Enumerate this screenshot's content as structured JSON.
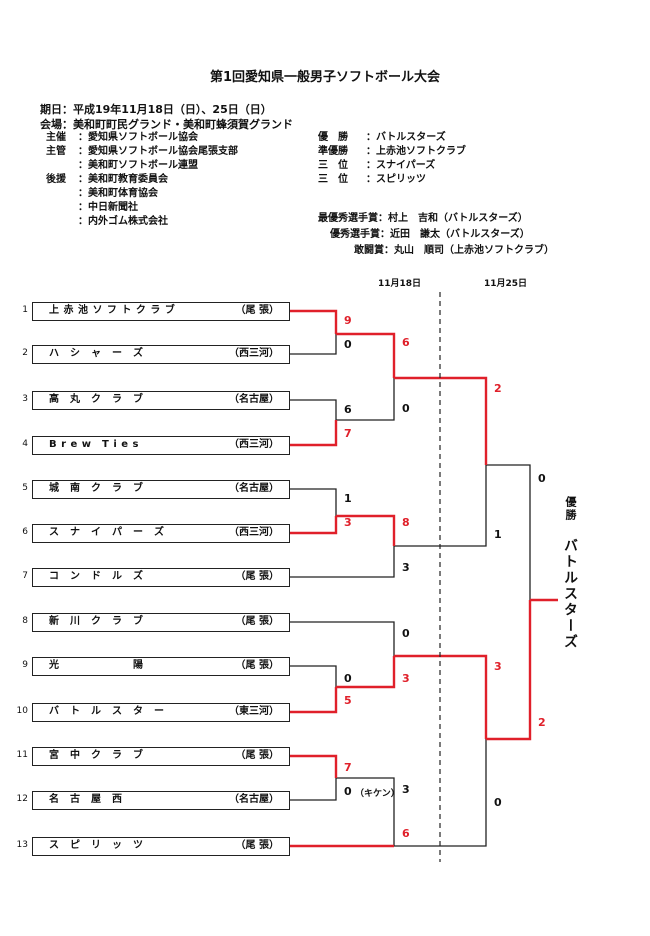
{
  "title": "第1回愛知県一般男子ソフトボール大会",
  "date_line": "期日：平成19年11月18日（日）、25日（日）",
  "venue_line": "会場：美和町町民グランド・美和町蜂須賀グランド",
  "organizers": [
    {
      "key": "主催",
      "value": "愛知県ソフトボール協会"
    },
    {
      "key": "主管",
      "value": "愛知県ソフトボール協会尾張支部"
    },
    {
      "key": "",
      "value": "美和町ソフトボール連盟"
    },
    {
      "key": "後援",
      "value": "美和町教育委員会"
    },
    {
      "key": "",
      "value": "美和町体育協会"
    },
    {
      "key": "",
      "value": "中日新聞社"
    },
    {
      "key": "",
      "value": "内外ゴム株式会社"
    }
  ],
  "awards": [
    {
      "key": "優　勝",
      "value": "バトルスターズ"
    },
    {
      "key": "準優勝",
      "value": "上赤池ソフトクラブ"
    },
    {
      "key": "三　位",
      "value": "スナイパーズ"
    },
    {
      "key": "三　位",
      "value": "スピリッツ"
    }
  ],
  "individual_awards": [
    "最優秀選手賞：村上　吉和（バトルスターズ）",
    "優秀選手賞：近田　謙太（バトルスターズ）",
    "敢闘賞：丸山　順司（上赤池ソフトクラブ）"
  ],
  "day_labels": {
    "day1": "11月18日",
    "day2": "11月25日"
  },
  "teams": [
    {
      "no": "1",
      "name": "上 赤 池 ソ フ ト ク ラ ブ",
      "region": "（尾 張）"
    },
    {
      "no": "2",
      "name": "ハ　シ　ャ　ー　ズ",
      "region": "（西三河）"
    },
    {
      "no": "3",
      "name": "高　丸　ク　ラ　ブ",
      "region": "（名古屋）"
    },
    {
      "no": "4",
      "name": "B r e w　T i e s",
      "region": "（西三河）"
    },
    {
      "no": "5",
      "name": "城　南　ク　ラ　ブ",
      "region": "（名古屋）"
    },
    {
      "no": "6",
      "name": "ス　ナ　イ　パ　ー　ズ",
      "region": "（西三河）"
    },
    {
      "no": "7",
      "name": "コ　ン　ド　ル　ズ",
      "region": "（尾 張）"
    },
    {
      "no": "8",
      "name": "新　川　ク　ラ　ブ",
      "region": "（尾 張）"
    },
    {
      "no": "9",
      "name": "光　　　　　　　陽",
      "region": "（尾 張）"
    },
    {
      "no": "10",
      "name": "バ　ト　ル　ス　タ　ー",
      "region": "（東三河）"
    },
    {
      "no": "11",
      "name": "宮　中　ク　ラ　ブ",
      "region": "（尾 張）"
    },
    {
      "no": "12",
      "name": "名　古　屋　西",
      "region": "（名古屋）"
    },
    {
      "no": "13",
      "name": "ス　ピ　リ　ッ　ツ",
      "region": "（尾 張）"
    }
  ],
  "scores": {
    "r1_m1_win": "9",
    "r1_m1_lose": "0",
    "r1_m2_lose": "6",
    "r1_m2_win": "7",
    "r1_m3_lose": "1",
    "r1_m3_win": "3",
    "r1_m4_lose": "0",
    "r1_m4_win": "5",
    "r1_m5_win": "7",
    "r1_m5_lose": "0",
    "forfeit_note": "（キケン）",
    "qf1_win": "6",
    "qf1_lose": "0",
    "qf2_win": "8",
    "qf2_lose": "3",
    "qf3_lose": "0",
    "qf3_win": "3",
    "qf4_lose": "3",
    "qf4_win": "6",
    "sf1_win": "2",
    "sf1_lose": "1",
    "sf2_win": "3",
    "sf2_lose": "0",
    "final_top": "0",
    "final_bottom": "2"
  },
  "champion_label": "優勝",
  "champion_name": "バトルスターズ",
  "colors": {
    "win_line": "#e0202a",
    "line": "#222222"
  }
}
